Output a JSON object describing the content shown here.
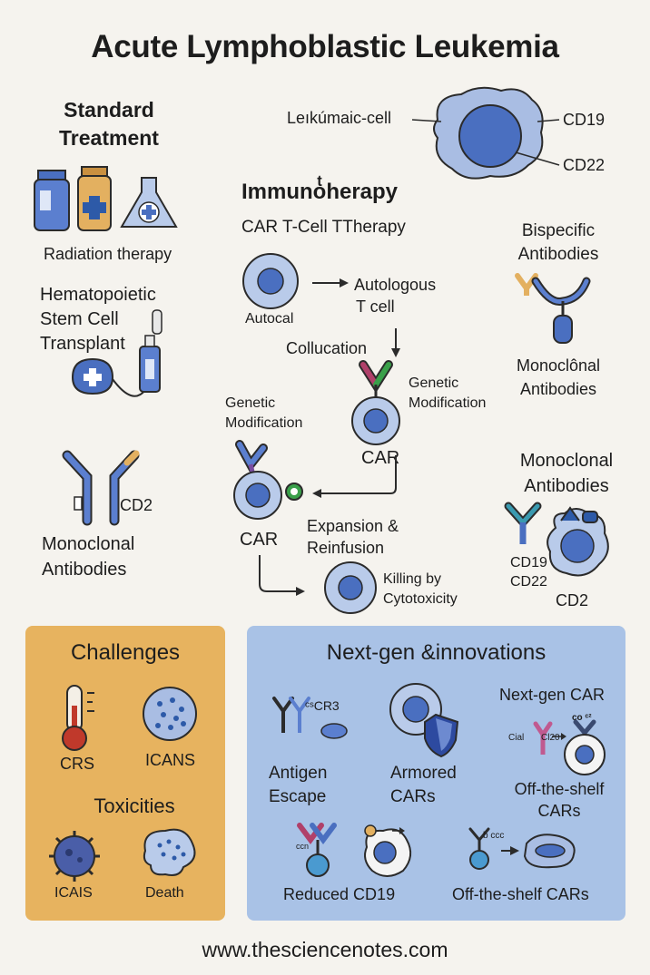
{
  "title": "Acute Lymphoblastic Leukemia",
  "standard": {
    "heading": [
      "Standard",
      "Treatment"
    ],
    "radiation": "Radiation therapy",
    "hsct": [
      "Hematopoietic",
      "Stem Cell",
      "Transplant"
    ],
    "mab_label": "CD2",
    "mab_title": [
      "Monoclonal",
      "Antibodies"
    ]
  },
  "cell": {
    "label": "Leıkúmaic-cell",
    "marker1": "CD19",
    "marker2": "CD22"
  },
  "immuno": {
    "heading": "Immunoͭherapy",
    "car_title": "CAR T-Cell TTherapy",
    "autocal": "Autocal",
    "autologous": [
      "Autologous",
      "T cell"
    ],
    "collucation": "Collucation",
    "genetic_mod_right": [
      "Genetic",
      "Modification"
    ],
    "car1": "CAR",
    "genetic_mod_left": [
      "Genetic",
      "Modification"
    ],
    "car2": "CAR",
    "expansion": [
      "Expansion &",
      "Reinfusion"
    ],
    "killing": [
      "Killing by",
      "Cytotoxicity"
    ]
  },
  "right": {
    "bispecific": [
      "Bispecific",
      "Antibodies"
    ],
    "monoclonal1": [
      "Monoclônal",
      "Antibodies"
    ],
    "monoclonal2": [
      "Monoclonal",
      "Antibodies"
    ],
    "cd19": "CD19",
    "cd22": "CD22",
    "cd2": "CD2"
  },
  "challenges": {
    "heading": "Challenges",
    "crs": "CRS",
    "icans": "ICANS",
    "toxicities": "Toxicities",
    "icais": "ICAIS",
    "death": "Death"
  },
  "nextgen": {
    "heading": "Next-gen &innovations",
    "cr3": "ᶜˢCR3",
    "antigen_escape": [
      "Antigen",
      "Escape"
    ],
    "armored": [
      "Armored",
      "CARs"
    ],
    "nextgen_car": "Next-gen CAR",
    "cd_label": "Cial",
    "ci20": "Cl20",
    "co": "co ᶜ²",
    "offshelf1": [
      "Off-the-shelf",
      "CARs"
    ],
    "ccn": "ccn",
    "cdc": "b ccc",
    "reduced": "Reduced CD19",
    "offshelf2": "Off-the-shelf CARs"
  },
  "footer": "www.thesciencenotes.com",
  "colors": {
    "background": "#f5f3ee",
    "challenges_panel": "#e7b35f",
    "nextgen_panel": "#a9c2e6",
    "cell_blue": "#4a6fc0",
    "cell_light": "#b9cbea"
  }
}
